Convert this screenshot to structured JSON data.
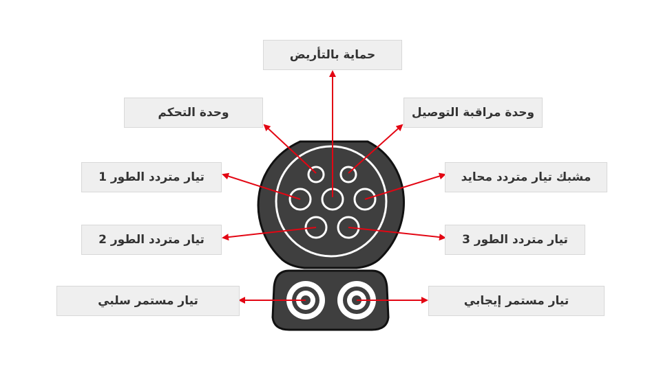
{
  "labels": {
    "grounding": "حماية بالتأريض",
    "control": "وحدة التحكم",
    "connection_monitor": "وحدة مراقبة التوصيل",
    "phase1": "تيار متردد الطور 1",
    "neutral": "مشبك تيار متردد محايد",
    "phase2": "تيار متردد الطور 2",
    "phase3": "تيار متردد الطور 3",
    "dc_negative": "تيار مستمر سلبي",
    "dc_positive": "تيار مستمر إيجابي"
  },
  "colors": {
    "arrow": "#e30613",
    "connector_body": "#3f3f3f",
    "connector_outline": "#111111",
    "pin_ring": "#ffffff",
    "label_bg": "#efefef",
    "label_text": "#333333"
  }
}
